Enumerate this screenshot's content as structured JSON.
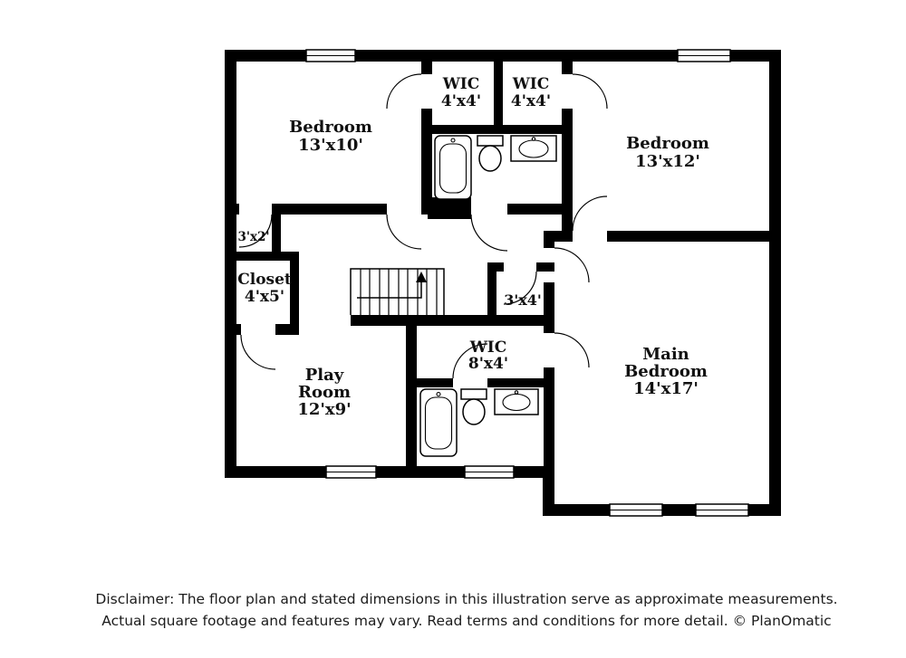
{
  "floor_plan": {
    "rooms": {
      "bedroom1": {
        "name": "Bedroom",
        "dims": "13'x10'"
      },
      "wic1": {
        "name": "WIC",
        "dims": "4'x4'"
      },
      "wic2": {
        "name": "WIC",
        "dims": "4'x4'"
      },
      "bedroom2": {
        "name": "Bedroom",
        "dims": "13'x12'"
      },
      "closet_3x2": {
        "dims": "3'x2'"
      },
      "closet_4x5": {
        "name": "Closet",
        "dims": "4'x5'"
      },
      "play_room": {
        "line1": "Play",
        "line2": "Room",
        "dims": "12'x9'"
      },
      "closet_3x4": {
        "dims": "3'x4'"
      },
      "wic_main": {
        "name": "WIC",
        "dims": "8'x4'"
      },
      "main_bedroom": {
        "line1": "Main",
        "line2": "Bedroom",
        "dims": "14'x17'"
      }
    },
    "fixtures": [
      "bathtub",
      "toilet",
      "sink",
      "staircase"
    ],
    "colors": {
      "wall": "#000000",
      "background": "#ffffff",
      "label_text": "#111111"
    }
  },
  "footer": {
    "line1": "Disclaimer: The floor plan and stated dimensions in this illustration serve as approximate measurements.",
    "line2": "Actual square footage and features may vary. Read terms and conditions for more detail. © PlanOmatic"
  }
}
